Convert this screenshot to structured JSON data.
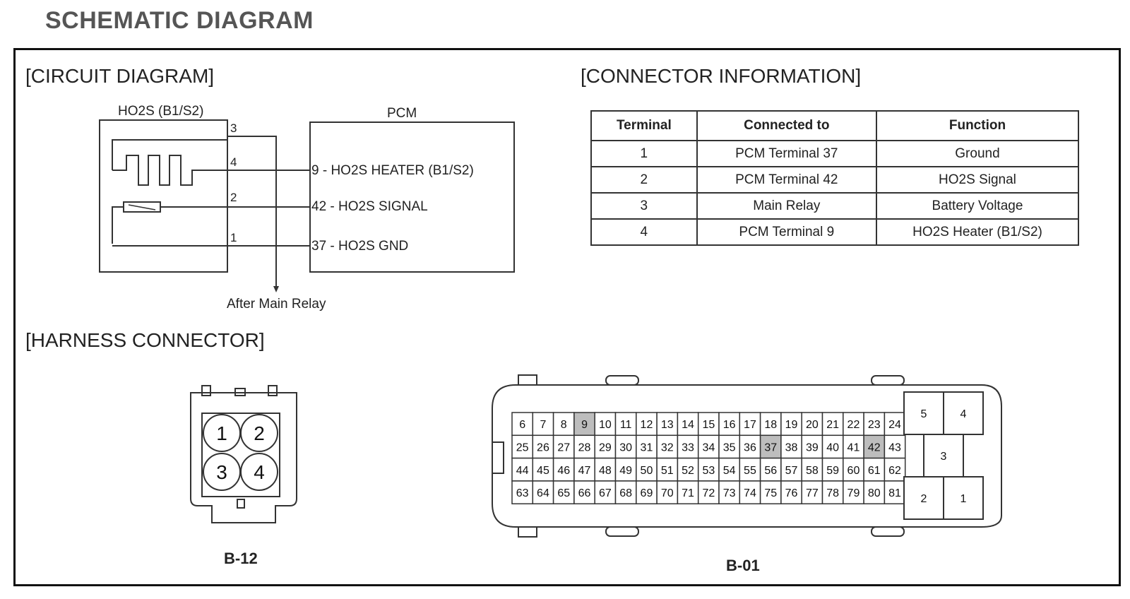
{
  "page_title": "SCHEMATIC DIAGRAM",
  "sections": {
    "circuit": "[CIRCUIT DIAGRAM]",
    "connector_info": "[CONNECTOR INFORMATION]",
    "harness": "[HARNESS CONNECTOR]"
  },
  "circuit": {
    "sensor_label": "HO2S (B1/S2)",
    "pcm_label": "PCM",
    "sensor_pins": [
      "3",
      "4",
      "2",
      "1"
    ],
    "pcm_pin_labels": [
      "9 - HO2S HEATER (B1/S2)",
      "42 - HO2S SIGNAL",
      "37 - HO2S GND"
    ],
    "relay_label": "After Main Relay"
  },
  "connector_table": {
    "headers": [
      "Terminal",
      "Connected to",
      "Function"
    ],
    "rows": [
      [
        "1",
        "PCM Terminal 37",
        "Ground"
      ],
      [
        "2",
        "PCM Terminal 42",
        "HO2S Signal"
      ],
      [
        "3",
        "Main Relay",
        "Battery Voltage"
      ],
      [
        "4",
        "PCM Terminal 9",
        "HO2S Heater (B1/S2)"
      ]
    ]
  },
  "harness": {
    "b12": {
      "name": "B-12",
      "pins": [
        "1",
        "2",
        "3",
        "4"
      ]
    },
    "b01": {
      "name": "B-01",
      "grid_rows": [
        [
          "6",
          "7",
          "8",
          "9",
          "10",
          "11",
          "12",
          "13",
          "14",
          "15",
          "16",
          "17",
          "18",
          "19",
          "20",
          "21",
          "22",
          "23",
          "24"
        ],
        [
          "25",
          "26",
          "27",
          "28",
          "29",
          "30",
          "31",
          "32",
          "33",
          "34",
          "35",
          "36",
          "37",
          "38",
          "39",
          "40",
          "41",
          "42",
          "43"
        ],
        [
          "44",
          "45",
          "46",
          "47",
          "48",
          "49",
          "50",
          "51",
          "52",
          "53",
          "54",
          "55",
          "56",
          "57",
          "58",
          "59",
          "60",
          "61",
          "62"
        ],
        [
          "63",
          "64",
          "65",
          "66",
          "67",
          "68",
          "69",
          "70",
          "71",
          "72",
          "73",
          "74",
          "75",
          "76",
          "77",
          "78",
          "79",
          "80",
          "81"
        ]
      ],
      "highlighted_pins": [
        "9",
        "37",
        "42"
      ],
      "power_pins": [
        "5",
        "4",
        "3",
        "2",
        "1"
      ],
      "highlight_color": "#bdbdbd"
    }
  }
}
